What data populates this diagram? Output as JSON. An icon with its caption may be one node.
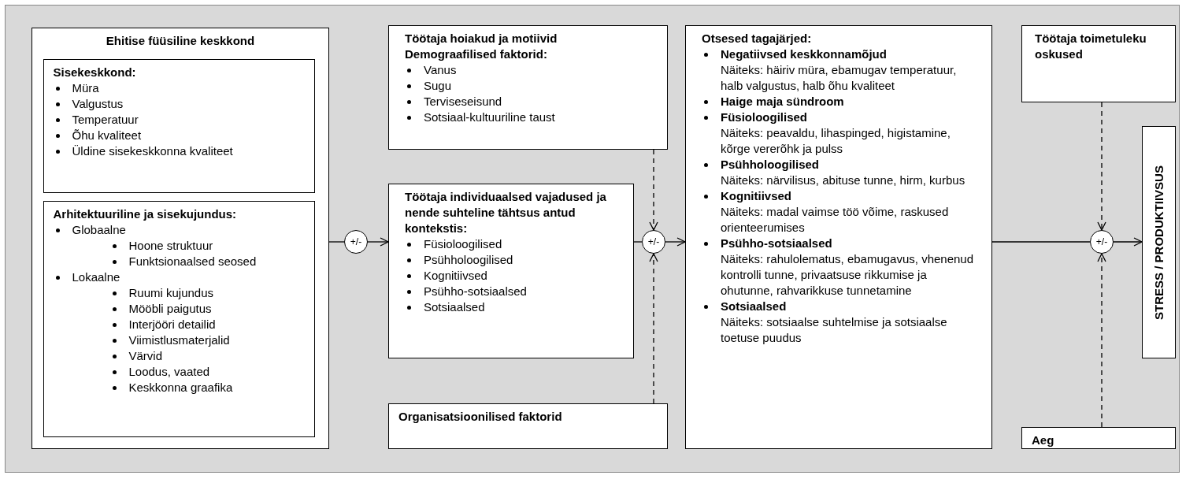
{
  "diagram": {
    "nodes": [
      {
        "text": [
          "Ehitise füüsiline keskkond"
        ]
      },
      {
        "text": [
          "Sisekeskkond:",
          "Müra",
          "Valgustus",
          "Temperatuur",
          "Õhu kvaliteet",
          "Üldine sisekeskkonna kvaliteet"
        ],
        "in": 0
      },
      {
        "text": [
          "Arhitektuuriline ja sisekujundus:",
          "Globaalne",
          "Hoone struktuur",
          "Funktsionaalsed seosed",
          "Lokaalne",
          "Ruumi kujundus",
          "Mööbli paigutus",
          "Interjööri detailid",
          "Viimistlusmaterjalid",
          "Värvid",
          "Loodus, vaated",
          "Keskkonna graafika"
        ],
        "in": 0
      },
      {
        "text": [
          "+/-"
        ]
      },
      {
        "text": [
          "Töötaja hoiakud ja motiivid",
          "Demograafilised faktorid:",
          "Vanus",
          "Sugu",
          "Terviseseisund",
          "Sotsiaal-kultuuriline taust"
        ]
      },
      {
        "text": [
          "Töötaja individuaalsed vajadused ja nende suhteline tähtsus antud kontekstis:",
          "Füsioloogilised",
          "Psühholoogilised",
          "Kognitiivsed",
          "Psühho-sotsiaalsed",
          "Sotsiaalsed"
        ]
      },
      {
        "text": [
          "Organisatsioonilised faktorid"
        ]
      },
      {
        "text": [
          "+/-"
        ]
      },
      {
        "text": [
          "Otsesed tagajärjed:",
          "Negatiivsed keskkonnamõjud",
          "Näiteks: häiriv müra, ebamugav temperatuur, halb valgustus, halb õhu kvaliteet",
          "Haige maja sündroom",
          "Füsioloogilised",
          "Näiteks: peavaldu, lihaspinged, higistamine, kõrge vererõhk ja pulss",
          "Psühholoogilised",
          "Näiteks: närvilisus, abituse tunne, hirm, kurbus",
          "Kognitiivsed",
          "Näiteks: madal vaimse töö võime, raskused orienteerumises",
          "Psühho-sotsiaalsed",
          "Näiteks: rahulolematus, ebamugavus, vhenenud kontrolli tunne, privaatsuse rikkumise ja ohutunne, rahvarikkuse tunnetamine",
          "Sotsiaalsed",
          "Näiteks: sotsiaalse suhtelmise ja sotsiaalse toetuse puudus"
        ]
      },
      {
        "text": [
          "Töötaja toimetuleku oskused"
        ]
      },
      {
        "text": [
          "+/-"
        ]
      },
      {
        "text": [
          "STRESS / PRODUKTIIVSUS"
        ]
      },
      {
        "text": [
          "Aeg"
        ]
      }
    ],
    "edges": [
      {
        "from": 0,
        "to": 3,
        "arrow": "none"
      },
      {
        "from": 3,
        "to": 5,
        "arrow": "to"
      },
      {
        "from": 5,
        "to": 7,
        "arrow": "none"
      },
      {
        "from": 4,
        "to": 7,
        "arrow": "to",
        "style": "dashed"
      },
      {
        "from": 6,
        "to": 7,
        "arrow": "to",
        "style": "dashed"
      },
      {
        "from": 7,
        "to": 8,
        "arrow": "to"
      },
      {
        "from": 8,
        "to": 10,
        "arrow": "none"
      },
      {
        "from": 9,
        "to": 10,
        "arrow": "to",
        "style": "dashed"
      },
      {
        "from": 12,
        "to": 10,
        "arrow": "to",
        "style": "dashed"
      },
      {
        "from": 10,
        "to": 11,
        "arrow": "to"
      }
    ]
  }
}
